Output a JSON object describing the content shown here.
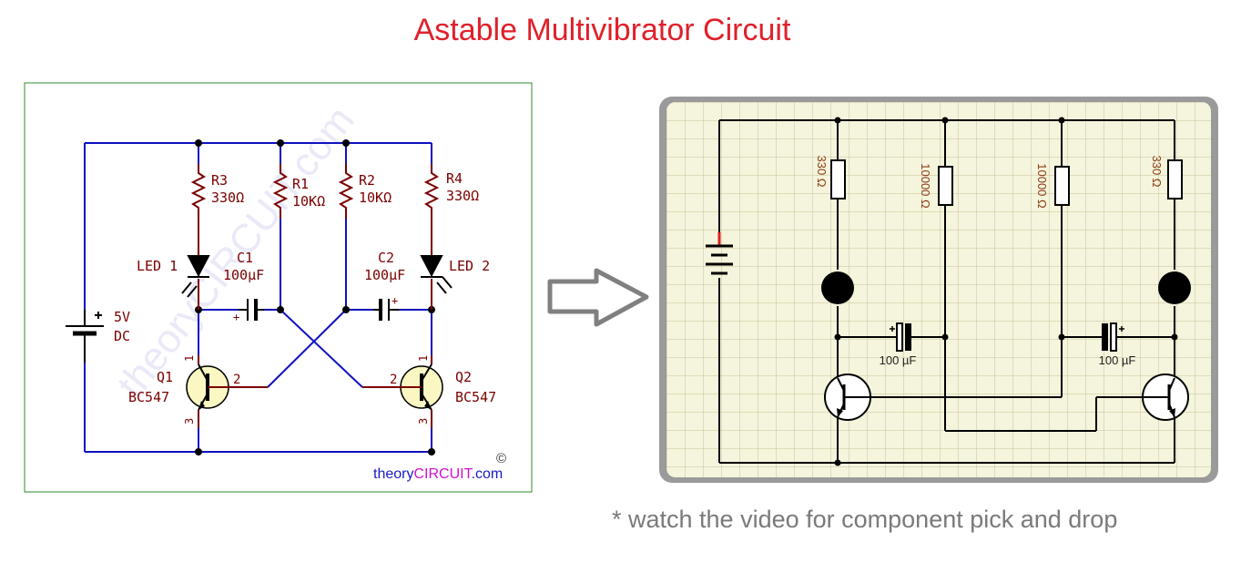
{
  "title": "Astable Multivibrator Circuit",
  "footnote": "* watch the video for component pick and drop",
  "schematic": {
    "battery": {
      "voltage": "5V",
      "type": "DC"
    },
    "r3": {
      "name": "R3",
      "value": "330Ω"
    },
    "r1": {
      "name": "R1",
      "value": "10KΩ"
    },
    "r2": {
      "name": "R2",
      "value": "10KΩ"
    },
    "r4": {
      "name": "R4",
      "value": "330Ω"
    },
    "led1": "LED 1",
    "led2": "LED 2",
    "c1": {
      "name": "C1",
      "value": "100µF"
    },
    "c2": {
      "name": "C2",
      "value": "100µF"
    },
    "q1": {
      "name": "Q1",
      "part": "BC547"
    },
    "q2": {
      "name": "Q2",
      "part": "BC547"
    },
    "pins": {
      "collector": "1",
      "base": "2",
      "emitter": "3"
    },
    "copyright": "©",
    "watermark": "theoryCIRCUIT.com",
    "brand": {
      "prefix": "theory",
      "highlight": "CIRCUIT",
      "suffix": ".com"
    }
  },
  "simulation": {
    "r_left_outer": "330 Ω",
    "r_left_inner": "10000 Ω",
    "r_right_inner": "10000 Ω",
    "r_right_outer": "330 Ω",
    "cap_left": "100 µF",
    "cap_right": "100 µF"
  },
  "colors": {
    "title": "#e0202a",
    "wire": "#1010c0",
    "component": "#7a0000",
    "brand_highlight": "#d010d0",
    "frame": "#2e8b2e"
  }
}
